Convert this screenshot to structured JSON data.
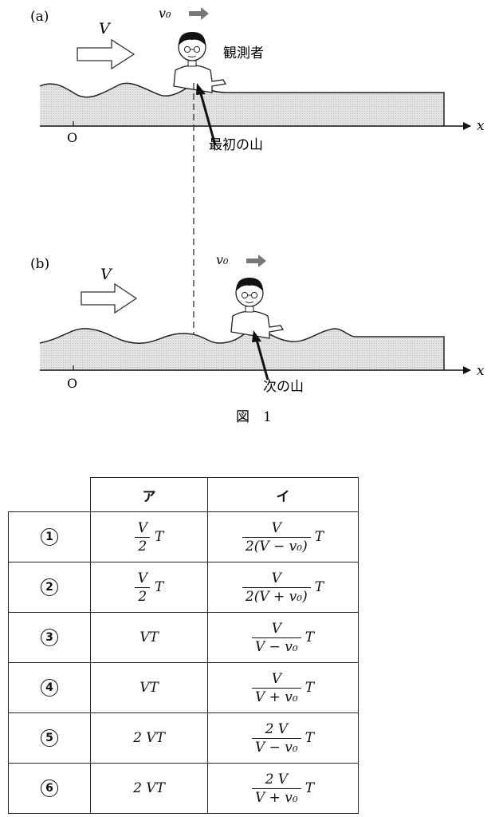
{
  "figure": {
    "panel_a": {
      "label": "(a)",
      "speed": "V",
      "observer_speed": "v₀",
      "observer": "観測者",
      "crest": "最初の山",
      "origin": "O",
      "axis": "x"
    },
    "panel_b": {
      "label": "(b)",
      "speed": "V",
      "observer_speed": "v₀",
      "crest": "次の山",
      "origin": "O",
      "axis": "x"
    },
    "caption": "図　1"
  },
  "table": {
    "header": {
      "col_a": "ア",
      "col_b": "イ"
    },
    "rows": [
      {
        "num": "1",
        "a_num": "V",
        "a_den": "2",
        "a_post": "T",
        "b_num": "V",
        "b_den": "2(V − v₀)",
        "b_post": "T"
      },
      {
        "num": "2",
        "a_num": "V",
        "a_den": "2",
        "a_post": "T",
        "b_num": "V",
        "b_den": "2(V + v₀)",
        "b_post": "T"
      },
      {
        "num": "3",
        "a_text": "VT",
        "b_num": "V",
        "b_den": "V − v₀",
        "b_post": "T"
      },
      {
        "num": "4",
        "a_text": "VT",
        "b_num": "V",
        "b_den": "V + v₀",
        "b_post": "T"
      },
      {
        "num": "5",
        "a_text": "2 VT",
        "b_num": "2 V",
        "b_den": "V − v₀",
        "b_post": "T"
      },
      {
        "num": "6",
        "a_text": "2 VT",
        "b_num": "2 V",
        "b_den": "V + v₀",
        "b_post": "T"
      }
    ]
  }
}
